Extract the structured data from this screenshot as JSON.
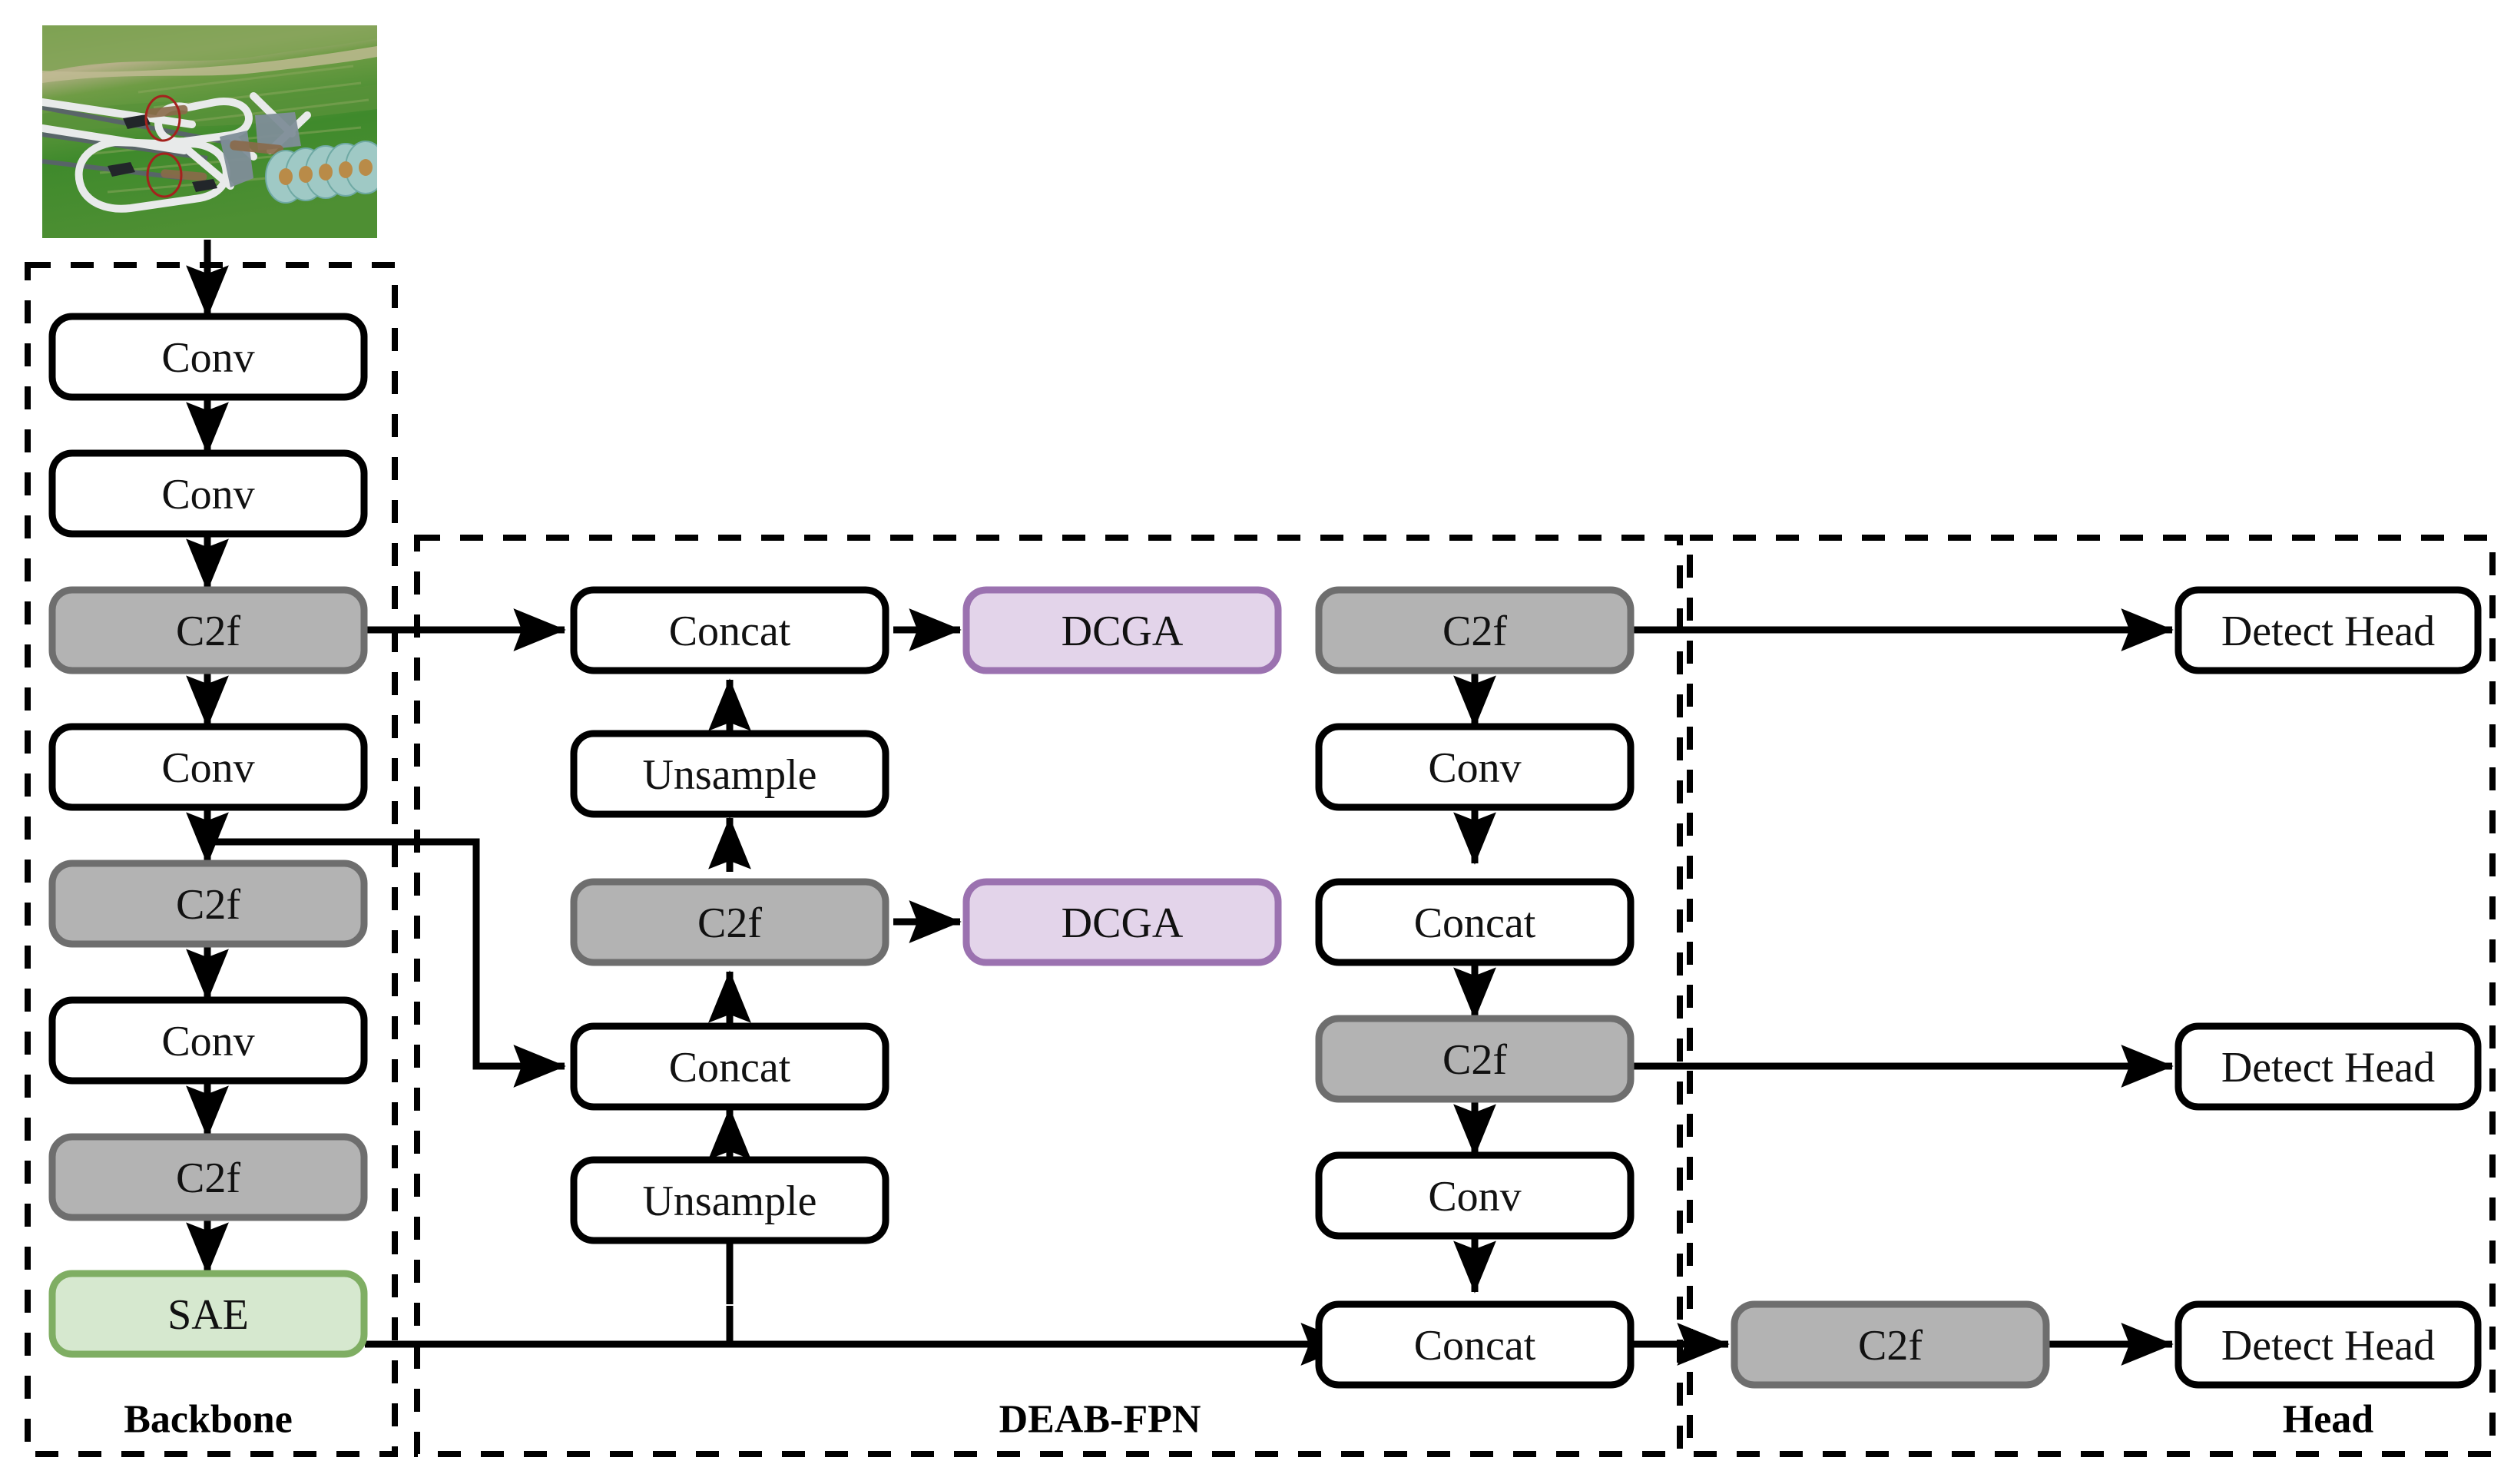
{
  "figure": {
    "type": "network-architecture-diagram",
    "title": "",
    "input_image": {
      "caption": "",
      "description": "aerial photo of a power transmission line fitting over green farmland, with two red ellipse annotations"
    },
    "groups": [
      {
        "id": "backbone",
        "label": "Backbone"
      },
      {
        "id": "deab-fpn",
        "label": "DEAB-FPN"
      },
      {
        "id": "head",
        "label": "Head"
      }
    ],
    "block_styles": {
      "plain": {
        "fill": "#ffffff",
        "stroke": "#000000",
        "text": "#111111"
      },
      "c2f": {
        "fill": "#b3b3b3",
        "stroke": "#6e6e6e",
        "text": "#2b2b2b"
      },
      "sae": {
        "fill": "#d6e8cf",
        "stroke": "#7fae63",
        "text": "#111111"
      },
      "dcga": {
        "fill": "#e3d4ea",
        "stroke": "#9b72b0",
        "text": "#111111"
      }
    },
    "blocks": {
      "backbone": [
        {
          "id": "bb-conv1",
          "label": "Conv",
          "style": "plain"
        },
        {
          "id": "bb-conv2",
          "label": "Conv",
          "style": "plain"
        },
        {
          "id": "bb-c2f1",
          "label": "C2f",
          "style": "c2f"
        },
        {
          "id": "bb-conv3",
          "label": "Conv",
          "style": "plain"
        },
        {
          "id": "bb-c2f2",
          "label": "C2f",
          "style": "c2f"
        },
        {
          "id": "bb-conv4",
          "label": "Conv",
          "style": "plain"
        },
        {
          "id": "bb-c2f3",
          "label": "C2f",
          "style": "c2f"
        },
        {
          "id": "bb-sae",
          "label": "SAE",
          "style": "sae"
        }
      ],
      "fpn_mid": [
        {
          "id": "fp-concat1",
          "label": "Concat",
          "style": "plain"
        },
        {
          "id": "fp-unsample1",
          "label": "Unsample",
          "style": "plain"
        },
        {
          "id": "fp-c2f-mid",
          "label": "C2f",
          "style": "c2f"
        },
        {
          "id": "fp-concat2",
          "label": "Concat",
          "style": "plain"
        },
        {
          "id": "fp-unsample2",
          "label": "Unsample",
          "style": "plain"
        }
      ],
      "fpn_dcga": [
        {
          "id": "fp-dcga1",
          "label": "DCGA",
          "style": "dcga"
        },
        {
          "id": "fp-dcga2",
          "label": "DCGA",
          "style": "dcga"
        }
      ],
      "fpn_right": [
        {
          "id": "fr-c2f1",
          "label": "C2f",
          "style": "c2f"
        },
        {
          "id": "fr-conv1",
          "label": "Conv",
          "style": "plain"
        },
        {
          "id": "fr-concat1",
          "label": "Concat",
          "style": "plain"
        },
        {
          "id": "fr-c2f2",
          "label": "C2f",
          "style": "c2f"
        },
        {
          "id": "fr-conv2",
          "label": "Conv",
          "style": "plain"
        },
        {
          "id": "fr-concat2",
          "label": "Concat",
          "style": "plain"
        },
        {
          "id": "fr-c2f3",
          "label": "C2f",
          "style": "c2f"
        }
      ],
      "head": [
        {
          "id": "hd-detect1",
          "label": "Detect Head",
          "style": "plain"
        },
        {
          "id": "hd-detect2",
          "label": "Detect Head",
          "style": "plain"
        },
        {
          "id": "hd-detect3",
          "label": "Detect Head",
          "style": "plain"
        }
      ]
    }
  }
}
